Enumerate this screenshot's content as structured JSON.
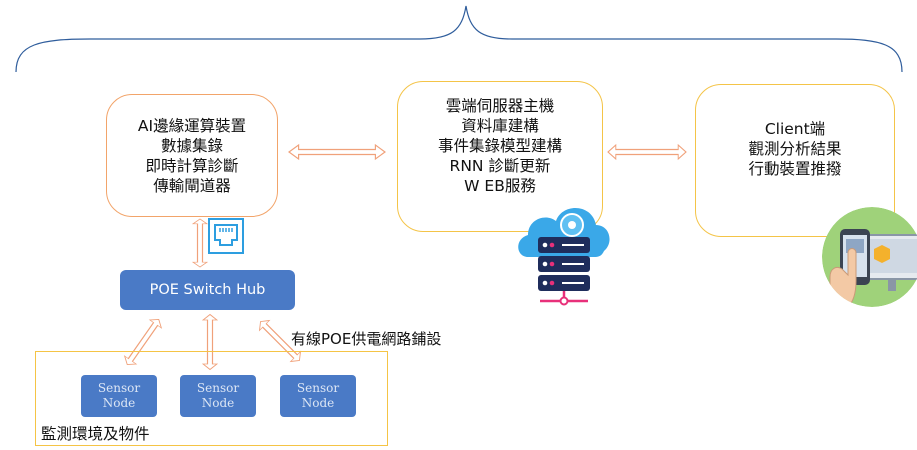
{
  "edge_device": {
    "lines": [
      "AI邊緣運算裝置",
      "數據集錄",
      "即時計算診斷",
      "傳輸閘道器"
    ]
  },
  "cloud_server": {
    "lines": [
      "雲端伺服器主機",
      "資料庫建構",
      "事件集錄模型建構",
      "RNN 診斷更新",
      "W EB服務"
    ]
  },
  "client": {
    "lines": [
      "Client端",
      "觀測分析結果",
      "行動裝置推撥"
    ]
  },
  "poe_hub": {
    "label": "POE Switch Hub"
  },
  "wired_label": "有線POE供電網路鋪設",
  "sensors": [
    {
      "line1": "Sensor",
      "line2": "Node"
    },
    {
      "line1": "Sensor",
      "line2": "Node"
    },
    {
      "line1": "Sensor",
      "line2": "Node"
    }
  ],
  "environment_label": "監測環境及物件",
  "colors": {
    "brace": "#2f5d9c",
    "arrow": "#f0a17a",
    "edge_border": "#f2a46a",
    "box_border": "#f4c448",
    "hub_fill": "#4a7ac6",
    "rj45": "#2d9ee0",
    "server_dark": "#1f2d5c",
    "cloud": "#3aa8e8"
  },
  "icons": {
    "rj45": "ethernet-port-icon",
    "server": "cloud-server-icon",
    "mobile": "mobile-device-icon"
  }
}
